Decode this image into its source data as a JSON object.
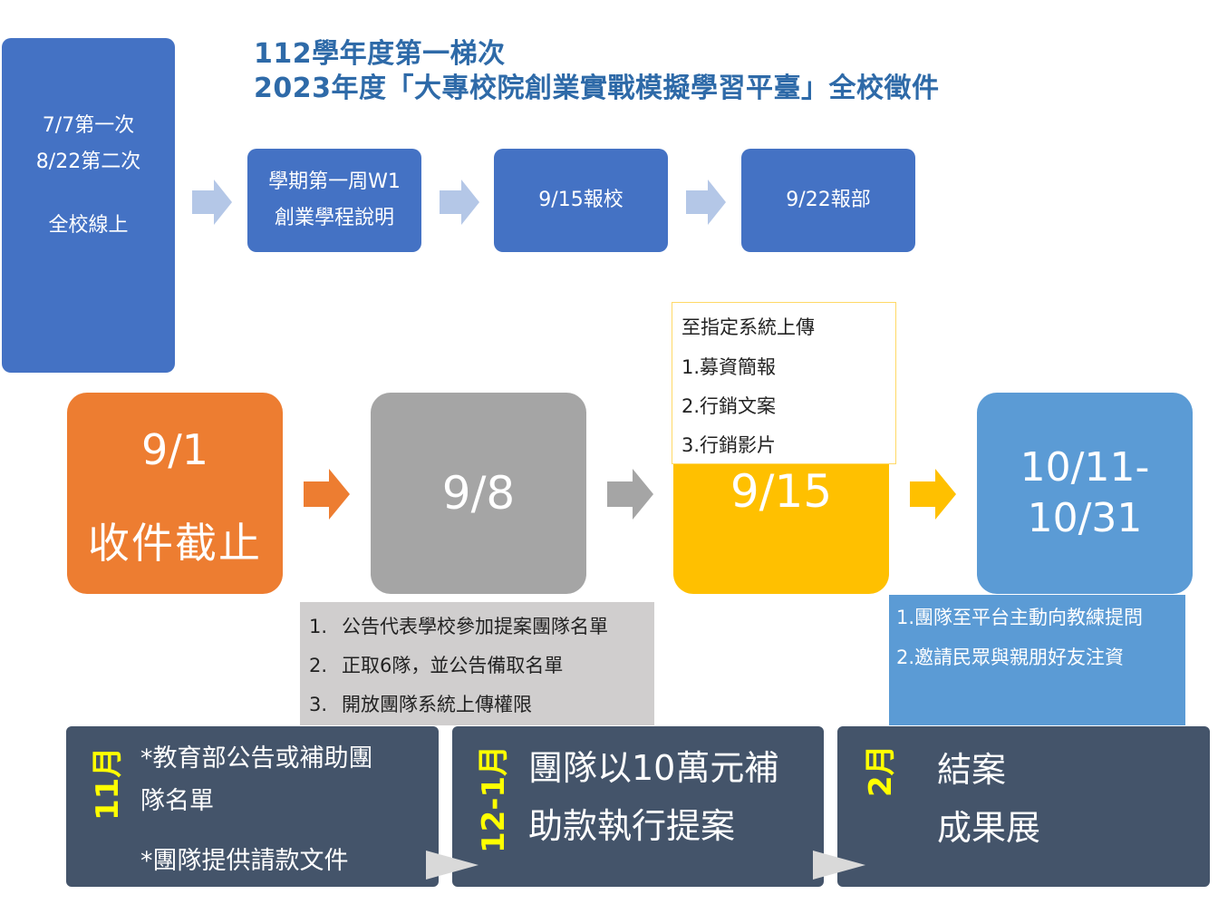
{
  "header": {
    "title_line1": "112學年度第一梯次",
    "title_line2": "2023年度「大專校院創業實戰模擬學習平臺」全校徵件"
  },
  "top_flow": {
    "first_box": {
      "line1": "7/7第一次",
      "line2": "8/22第二次",
      "line3": "全校線上"
    },
    "steps": [
      {
        "line1": "學期第一周W1",
        "line2": "創業學程說明"
      },
      {
        "line1": "9/15報校"
      },
      {
        "line1": "9/22報部"
      }
    ]
  },
  "milestones": [
    {
      "date": "9/1",
      "label": "收件截止",
      "color": "#ed7d31"
    },
    {
      "date": "9/8",
      "label": "",
      "color": "#a5a5a5"
    },
    {
      "date": "9/15",
      "label": "",
      "color": "#ffc000"
    },
    {
      "date": "10/11-",
      "label": "10/31",
      "color": "#5b9bd5"
    }
  ],
  "notes": {
    "upload": {
      "header": "至指定系統上傳",
      "items": [
        "1.募資簡報",
        "2.行銷文案",
        "3.行銷影片"
      ]
    },
    "announce": {
      "items": [
        "1.",
        "公告代表學校參加提案團隊名單",
        "2.",
        "正取6隊，並公告備取名單",
        "3.",
        "開放團隊系統上傳權限"
      ]
    },
    "platform": {
      "items": [
        "1.團隊至平台主動向教練提問",
        "2.邀請民眾與親朋好友注資"
      ]
    }
  },
  "bottom_panels": [
    {
      "month": "11月",
      "lines": [
        "*教育部公告或補助團",
        "隊名單",
        "*團隊提供請款文件"
      ]
    },
    {
      "month": "12-1月",
      "lines": [
        "團隊以10萬元補",
        "助款執行提案"
      ]
    },
    {
      "month": "2月",
      "lines": [
        "結案",
        "成果展"
      ]
    }
  ],
  "colors": {
    "title": "#2e6aa8",
    "blue_box": "#4472c4",
    "dark_panel": "#44546a",
    "arrow_light": "#b4c7e7",
    "orange": "#ed7d31",
    "gray": "#a5a5a5",
    "gold": "#ffc000",
    "sky": "#5b9bd5",
    "month_text": "#ffff00"
  }
}
